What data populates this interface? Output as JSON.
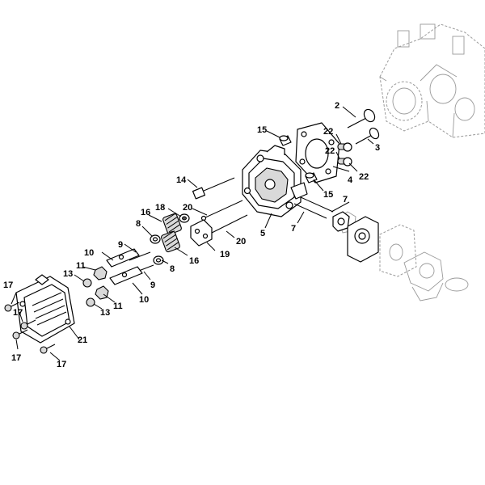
{
  "callouts": {
    "c2": "2",
    "c3": "3",
    "c4": "4",
    "c5": "5",
    "c7a": "7",
    "c7b": "7",
    "c8a": "8",
    "c8b": "8",
    "c9a": "9",
    "c9b": "9",
    "c10a": "10",
    "c10b": "10",
    "c11a": "11",
    "c11b": "11",
    "c13a": "13",
    "c13b": "13",
    "c14": "14",
    "c15a": "15",
    "c15b": "15",
    "c16a": "16",
    "c16b": "16",
    "c17a": "17",
    "c17b": "17",
    "c17c": "17",
    "c17d": "17",
    "c18": "18",
    "c19": "19",
    "c20a": "20",
    "c20b": "20",
    "c21": "21",
    "c22a": "22",
    "c22b": "22",
    "c22c": "22"
  }
}
